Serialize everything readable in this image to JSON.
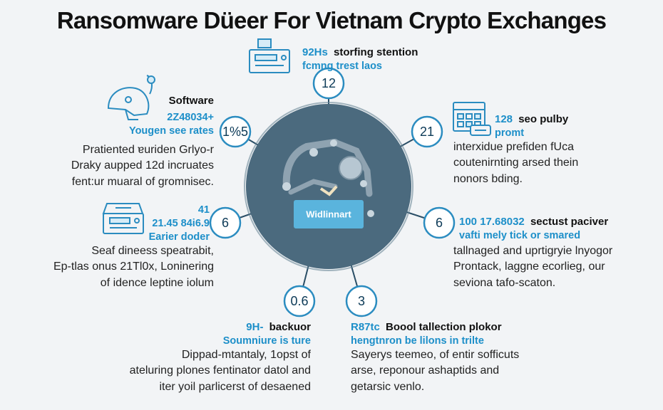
{
  "title": "Ransomware Düeer For Vietnam Crypto Exchanges",
  "center": {
    "label": "Widlinnart"
  },
  "nodes": [
    {
      "id": "top",
      "label": "12"
    },
    {
      "id": "upper-left",
      "label": "1%5"
    },
    {
      "id": "upper-right",
      "label": "21"
    },
    {
      "id": "mid-left",
      "label": "6"
    },
    {
      "id": "mid-right",
      "label": "6"
    },
    {
      "id": "lower-left",
      "label": "0.6"
    },
    {
      "id": "lower-right",
      "label": "3"
    }
  ],
  "blocks": {
    "top": {
      "number": "92Hs",
      "title": "storfing stention",
      "subtitle": "fcmng trest laos"
    },
    "upper_left": {
      "title": "Software",
      "number": "2Z48034+",
      "subtitle": "Yougen see rates",
      "body": [
        "Pratiented ɐuriden Grlyo-r",
        "Draky aupped 12d incruates",
        "fent:ur muaral of gromnisec."
      ]
    },
    "upper_right": {
      "number": "128",
      "title": "seo pulby",
      "subtitle": "promt",
      "body": [
        "interxidue prefiden fUca",
        "coutenirnting arsed thein",
        "nonors bding."
      ]
    },
    "mid_left": {
      "number": "41",
      "number2": "21.45 84i6.9",
      "subtitle": "Earier doder",
      "body": [
        "Seaf dineess speatrabit,",
        "Ep-tlas onus 21Tl0x, Loninering",
        "of idence leptine iolum"
      ]
    },
    "mid_right": {
      "number": "100 17.68032",
      "title": "sectust paciver",
      "subtitle": "vafti mely tick or smared",
      "body": [
        "tallnaged and uprtigryie lnyogor",
        "Prontack, laggne ecorlieg, our",
        "seviona tafo-scaton."
      ]
    },
    "bottom_left": {
      "number": "9H-",
      "title": "backuor",
      "subtitle": "Soumniure is ture",
      "body": [
        "Dippad-mtantaly, 1opst of",
        "ateluring plones fentinator datol and",
        "iter yoil parlicerst of desaened"
      ]
    },
    "bottom_right": {
      "number": "R87tc",
      "title": "Boool tallection plokor",
      "subtitle": "hengtnron be lilons in trilte",
      "body": [
        "Sayerys teemeo, of entir sofficuts",
        "arse, reponour ashaptids and",
        "getarsic venlo."
      ]
    }
  },
  "colors": {
    "accent": "#1d8fc9",
    "hub": "#4b6a7e",
    "node_border": "#2b8cc0",
    "spoke": "#2a4e66",
    "card": "#5ab4dd"
  },
  "icons": [
    "server-icon",
    "mouse-laptop-icon",
    "calendar-grid-icon",
    "card-reader-icon",
    "network-hub-icon"
  ]
}
